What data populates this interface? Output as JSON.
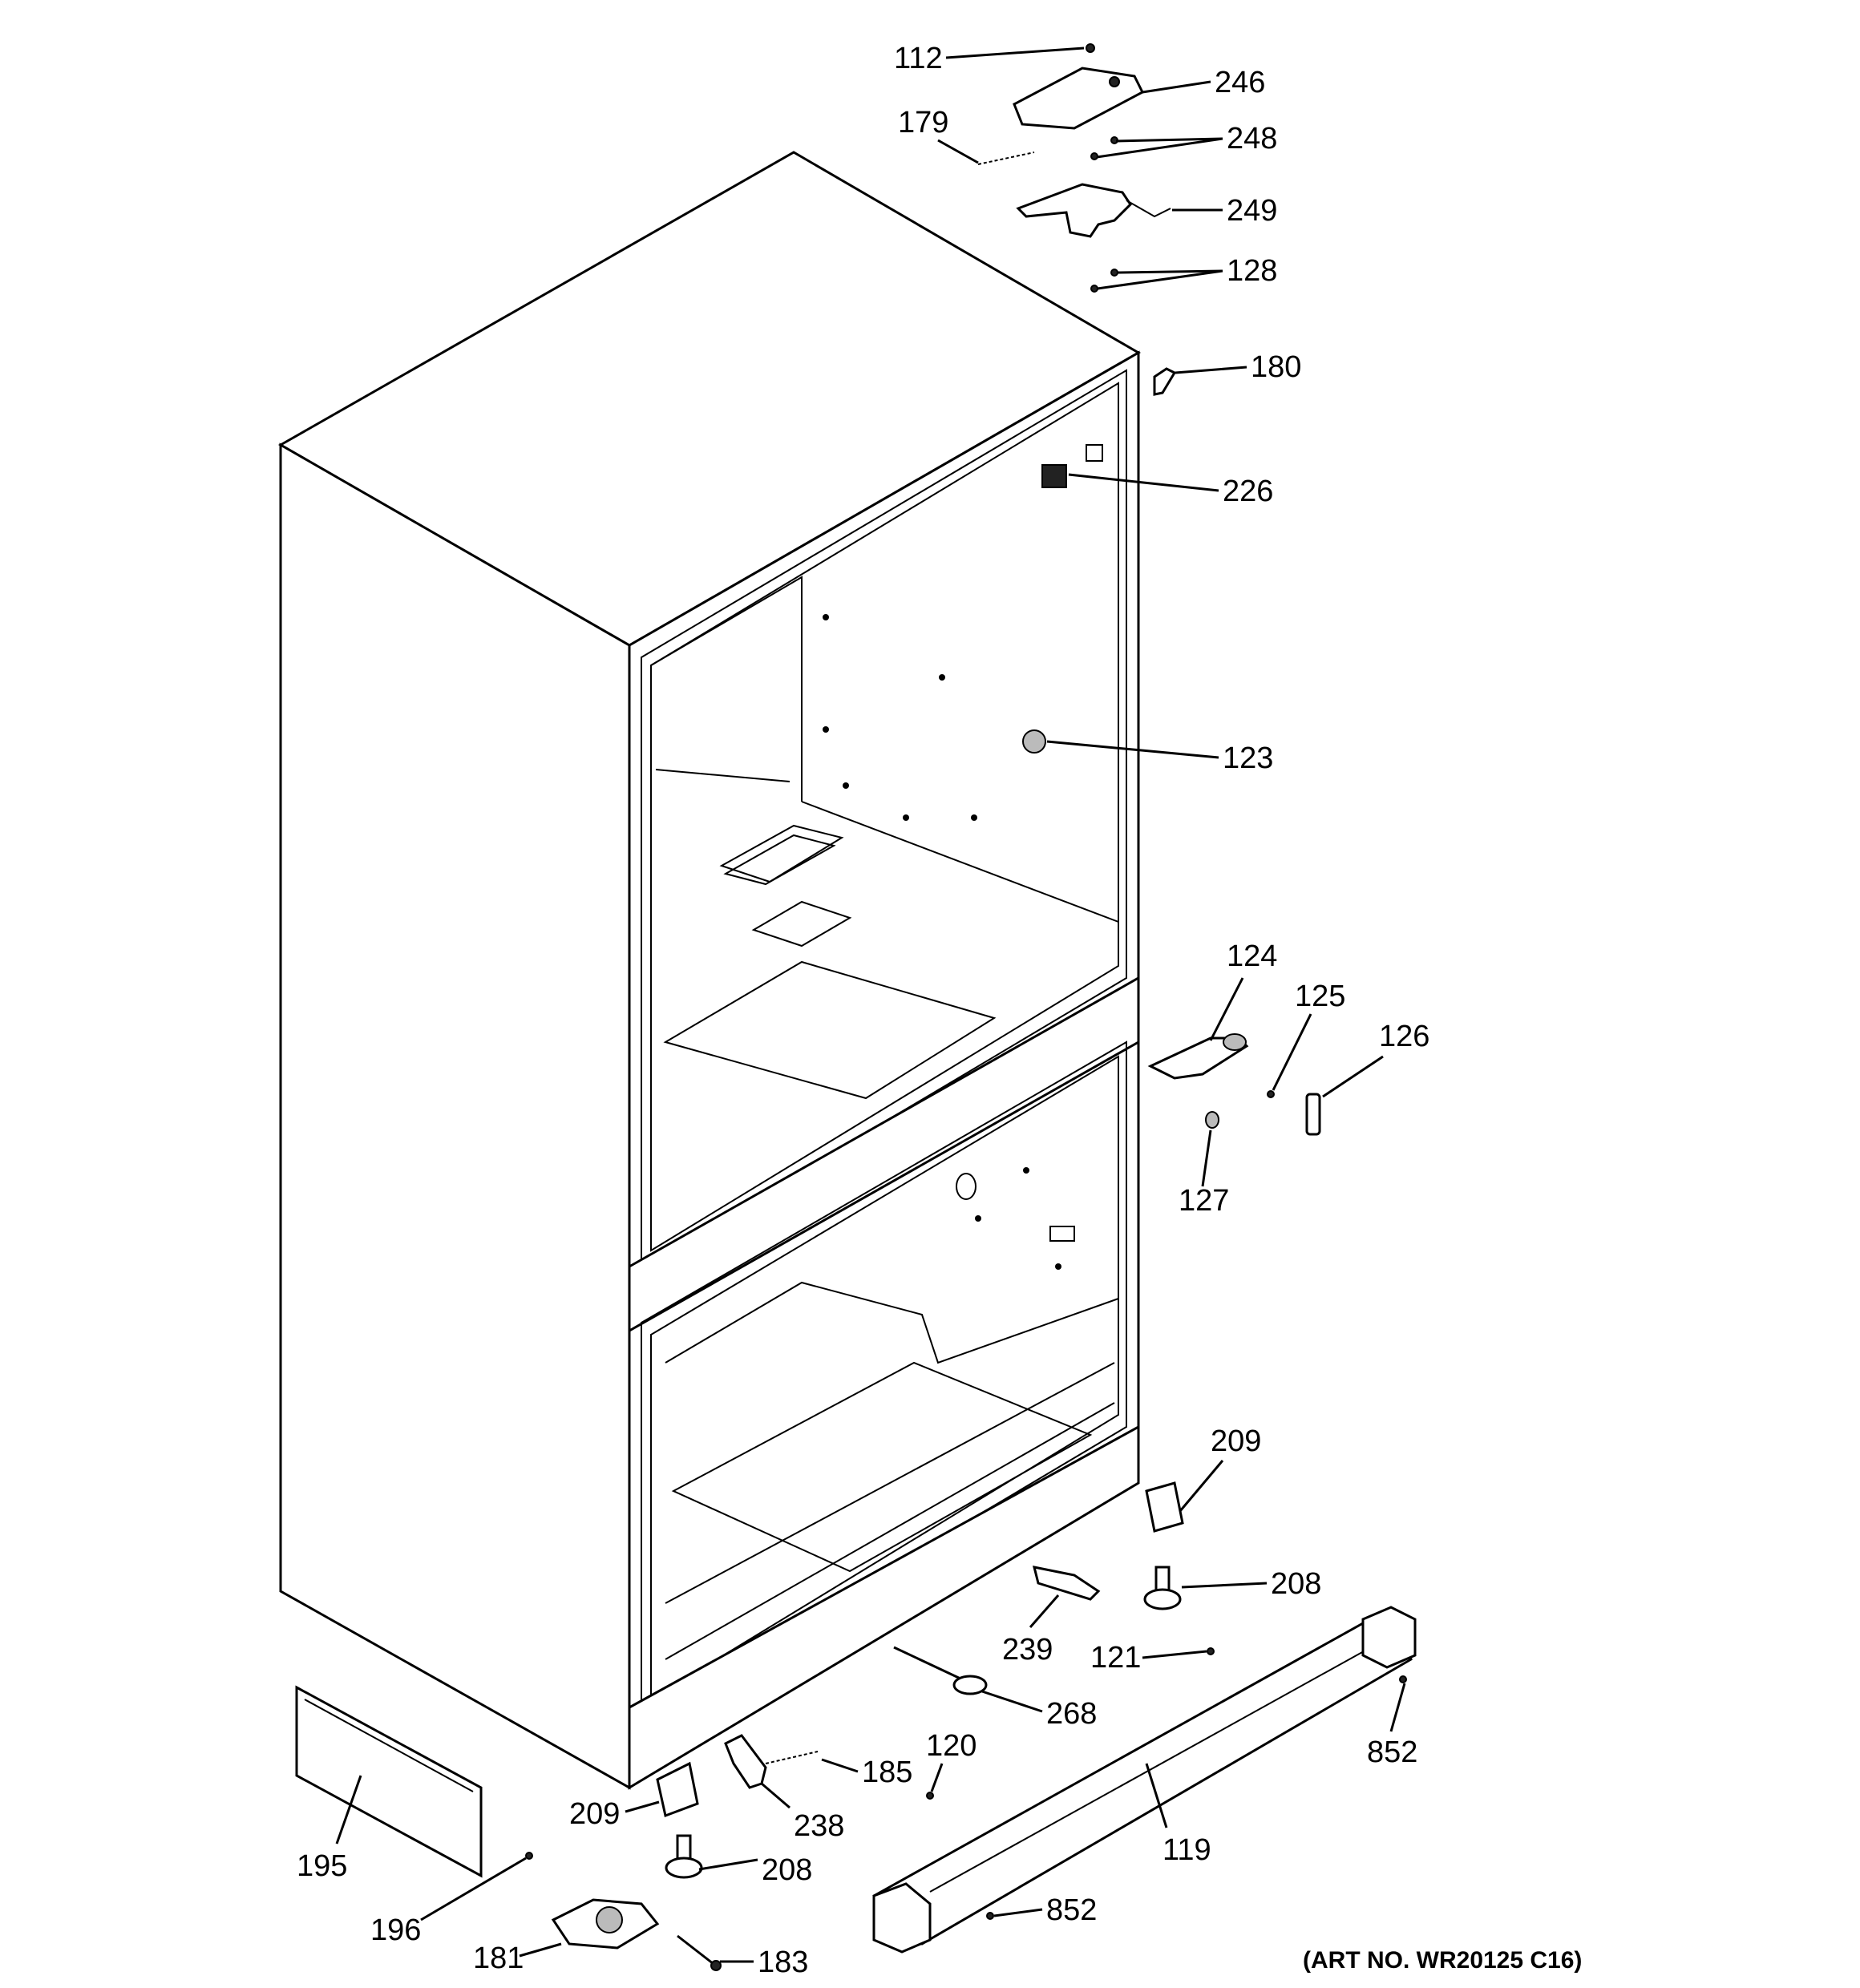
{
  "callouts": [
    {
      "id": "112",
      "text": "112"
    },
    {
      "id": "246",
      "text": "246"
    },
    {
      "id": "179",
      "text": "179"
    },
    {
      "id": "248",
      "text": "248"
    },
    {
      "id": "249",
      "text": "249"
    },
    {
      "id": "128",
      "text": "128"
    },
    {
      "id": "180",
      "text": "180"
    },
    {
      "id": "226",
      "text": "226"
    },
    {
      "id": "123",
      "text": "123"
    },
    {
      "id": "124",
      "text": "124"
    },
    {
      "id": "125",
      "text": "125"
    },
    {
      "id": "126",
      "text": "126"
    },
    {
      "id": "127",
      "text": "127"
    },
    {
      "id": "209a",
      "text": "209"
    },
    {
      "id": "208a",
      "text": "208"
    },
    {
      "id": "239",
      "text": "239"
    },
    {
      "id": "121",
      "text": "121"
    },
    {
      "id": "268",
      "text": "268"
    },
    {
      "id": "852a",
      "text": "852"
    },
    {
      "id": "120",
      "text": "120"
    },
    {
      "id": "185",
      "text": "185"
    },
    {
      "id": "238",
      "text": "238"
    },
    {
      "id": "119",
      "text": "119"
    },
    {
      "id": "209b",
      "text": "209"
    },
    {
      "id": "208b",
      "text": "208"
    },
    {
      "id": "195",
      "text": "195"
    },
    {
      "id": "196",
      "text": "196"
    },
    {
      "id": "181",
      "text": "181"
    },
    {
      "id": "183",
      "text": "183"
    },
    {
      "id": "852b",
      "text": "852"
    }
  ],
  "art_number": "(ART NO. WR20125 C16)"
}
